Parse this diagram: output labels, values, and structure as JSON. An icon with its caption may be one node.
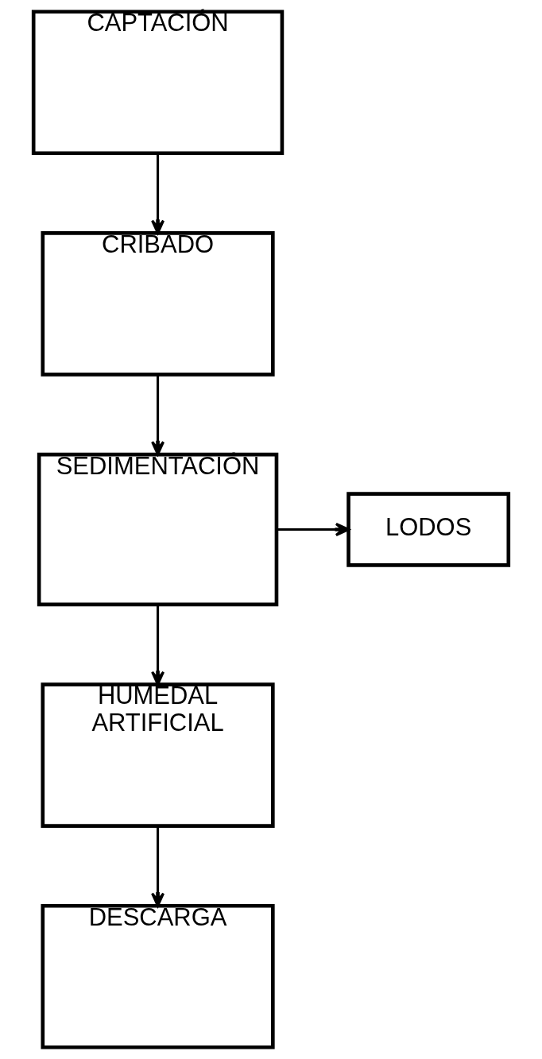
{
  "diagram": {
    "nodes": [
      {
        "text": [
          "CAPTACIÓN"
        ]
      },
      {
        "text": [
          "CRIBADO"
        ]
      },
      {
        "text": [
          "SEDIMENTACIÓN"
        ]
      },
      {
        "text": [
          "LODOS"
        ]
      },
      {
        "text": [
          "HUMEDAL ARTIFICIAL"
        ]
      },
      {
        "text": [
          "DESCARGA"
        ]
      }
    ],
    "edges": [
      {
        "from": 0,
        "to": 1,
        "arrow": "to"
      },
      {
        "from": 1,
        "to": 2,
        "arrow": "to"
      },
      {
        "from": 2,
        "to": 3,
        "arrow": "to"
      },
      {
        "from": 2,
        "to": 4,
        "arrow": "to"
      },
      {
        "from": 4,
        "to": 5,
        "arrow": "to"
      }
    ]
  }
}
